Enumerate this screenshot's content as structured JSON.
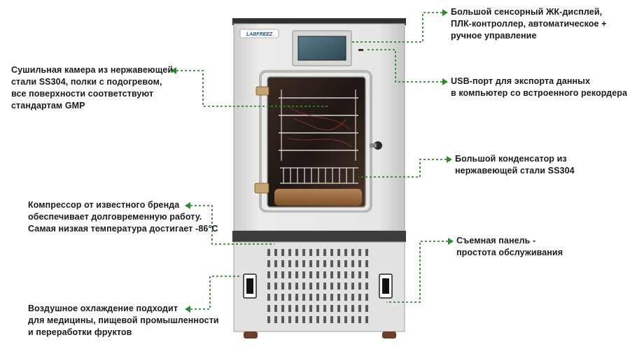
{
  "brand": "LABFREEZ",
  "colors": {
    "leader": "#2e8b2e",
    "panel": "#e4e5e3",
    "dark": "#3a3b3d"
  },
  "callouts": {
    "display": [
      "Большой сенсорный ЖК-дисплей,",
      "ПЛК-контроллер, автоматическое +",
      "ручное управление"
    ],
    "usb": [
      "USB-порт для экспорта данных",
      "в компьютер со встроенного рекордера"
    ],
    "condenser": [
      "Большой конденсатор из",
      "нержавеющей стали SS304"
    ],
    "panel": [
      "Съемная панель -",
      "простота обслуживания"
    ],
    "chamber": [
      "Сушильная камера из нержавеющей",
      "стали SS304, полки с подогревом,",
      "все поверхности соответствуют",
      "стандартам GMP"
    ],
    "compressor": [
      "Компрессор от известного бренда",
      "обеспечивает долговременную работу.",
      "Самая низкая температура достигает -86°C"
    ],
    "cooling": [
      "Воздушное охлаждение подходит",
      "для медицины, пищевой промышленности",
      "и переработки фруктов"
    ]
  }
}
